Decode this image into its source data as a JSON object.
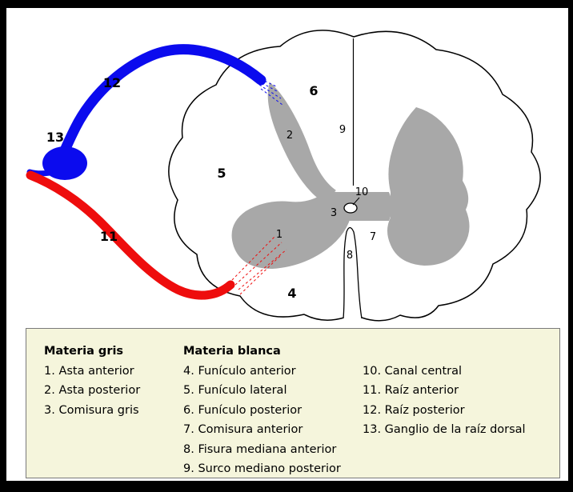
{
  "diagram": {
    "labels": [
      "1",
      "2",
      "3",
      "4",
      "5",
      "6",
      "7",
      "8",
      "9",
      "10",
      "11",
      "12",
      "13"
    ],
    "colors": {
      "gray_matter": "#a8a8a8",
      "posterior_root_blue": "#0b0bee",
      "anterior_root_red": "#ee0d0d",
      "outline": "#000000"
    }
  },
  "legend": {
    "bg_color": "#f5f5dc",
    "columns": [
      {
        "title": "Materia gris",
        "items": [
          "1. Asta anterior",
          "2. Asta posterior",
          "3. Comisura gris"
        ]
      },
      {
        "title": "Materia blanca",
        "items": [
          "4. Funículo anterior",
          "5. Funículo lateral",
          "6. Funículo posterior",
          "7. Comisura anterior",
          "8. Fisura mediana anterior",
          "9. Surco mediano posterior"
        ]
      },
      {
        "title": "",
        "items": [
          "10. Canal central",
          "11. Raíz anterior",
          "12. Raíz posterior",
          "13. Ganglio de la raíz dorsal"
        ]
      }
    ]
  }
}
